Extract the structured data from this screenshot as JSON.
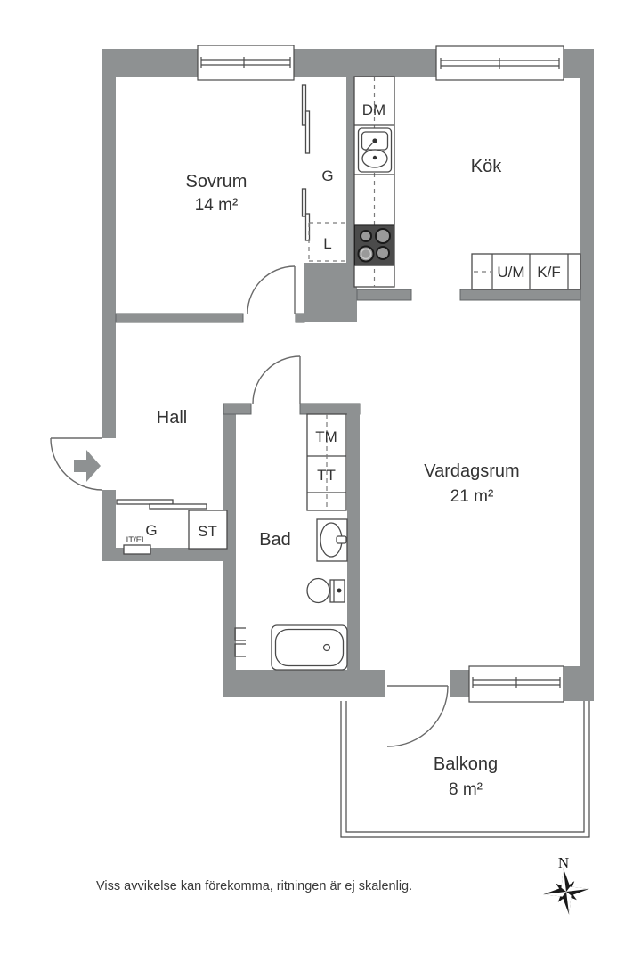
{
  "colors": {
    "wall": "#8e9192",
    "outline": "#4a4a4a",
    "stove": "#4b4b4b",
    "text": "#333333",
    "compass": "#1a1a1a",
    "background": "#ffffff"
  },
  "rooms": {
    "sovrum": {
      "name": "Sovrum",
      "area": "14 m²"
    },
    "kok": {
      "name": "Kök"
    },
    "hall": {
      "name": "Hall"
    },
    "bad": {
      "name": "Bad"
    },
    "vardagsrum": {
      "name": "Vardagsrum",
      "area": "21 m²"
    },
    "balkong": {
      "name": "Balkong",
      "area": "8 m²"
    }
  },
  "labels": {
    "dishwasher": "DM",
    "wardrobe_bedroom": "G",
    "linen_closet": "L",
    "oven_micro": "U/M",
    "fridge_freezer": "K/F",
    "washing_machine": "TM",
    "dryer": "TT",
    "wardrobe_hall": "G",
    "cleaning_closet": "ST",
    "it_el": "IT/EL"
  },
  "compass": {
    "north": "N"
  },
  "footer": {
    "disclaimer": "Viss avvikelse kan förekomma, ritningen är ej skalenlig."
  }
}
